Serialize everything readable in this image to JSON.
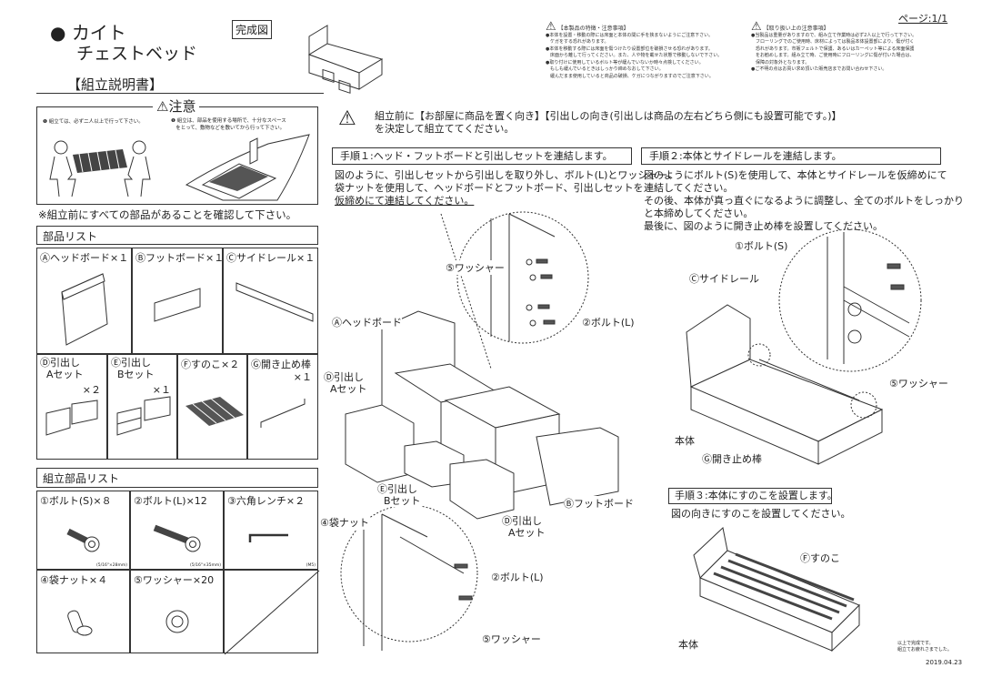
{
  "header": {
    "bullet": "●",
    "product_name_line1": "カイト",
    "product_name_line2": "チェストベッド",
    "completed_label": "完成図",
    "manual_title": "【組立説明書】",
    "page": "ページ:1/1"
  },
  "notice_features": {
    "title": "【本製品の特徴・注意事項】",
    "lines": [
      "●本体を設置・移動の際には床面と本体の間に手を挟まないようにご注意下さい。",
      "　ケガをする恐れがあります。",
      "●本体を移動する際には床面を傷つけたり设置部位を破損させる恐れがあります。",
      "　床面から離して行ってください。また、人や物を載せた状態で移動しないで下さい。",
      "●取り付けに使用しているボルト等が緩んでいないか時々点検してください。",
      "　もしも緩んでいるときはしっかり締めなおして下さい。",
      "　緩んだまま使用していると商品の破損、ケガにつながりますのでご注意下さい。"
    ]
  },
  "notice_handling": {
    "title": "【取り扱い上の注意事項】",
    "lines": [
      "●当製品は重量がありますので、組み立て作業時は必ず2人以上で行って下さい。",
      "　フローリングでのご使用時、床材によっては製品本体設置部により、傷が付く",
      "　恐れがあります。市販フェルトで保護、あるいはカーペット等による床面保護",
      "　をお勧めします。組み立て時、ご使用時にフローリングに傷が付いた場合は、",
      "　保障の対象外となります。",
      "●ご不明の点はお買い求め頂いた販売店までお問い合わせ下さい。"
    ]
  },
  "caution": {
    "title": "注意",
    "item1": "組立ては、必ず二人以上で行って下さい。",
    "item2_line1": "組立は、部品を使用する場所で、十分なスペース",
    "item2_line2": "をとって、敷物などを敷いてから行って下さい。",
    "check_all_parts": "※組立前にすべての部品があることを確認して下さい。"
  },
  "parts_list": {
    "title": "部品リスト",
    "items": [
      {
        "label": "Ⓐヘッドボード×１"
      },
      {
        "label": "Ⓑフットボード×１"
      },
      {
        "label": "Ⓒサイドレール×１"
      },
      {
        "label": "Ⓓ引出し",
        "label2": "Aセット",
        "qty": "×２"
      },
      {
        "label": "Ⓔ引出し",
        "label2": "Bセット",
        "qty": "×１"
      },
      {
        "label": "Ⓕすのこ×２"
      },
      {
        "label": "Ⓖ開き止め棒",
        "qty": "×１"
      }
    ]
  },
  "hardware_list": {
    "title": "組立部品リスト",
    "items": [
      {
        "label": "①ボルト(S)×８",
        "spec": "(5/16\"×28mm)"
      },
      {
        "label": "②ボルト(L)×12",
        "spec": "(5/16\"×35mm)"
      },
      {
        "label": "③六角レンチ×２",
        "spec": "(M5)"
      },
      {
        "label": "④袋ナット×４"
      },
      {
        "label": "⑤ワッシャー×20"
      }
    ]
  },
  "warning": {
    "line1": "組立前に【お部屋に商品を置く向き】【引出しの向き(引出しは商品の左右どちら側にも設置可能です。)】",
    "line2": "を決定して組立ててください。"
  },
  "step1": {
    "title": "手順１:ヘッド・フットボードと引出しセットを連結します。",
    "lines": [
      "図のように、引出しセットから引出しを取り外し、ボルト(L)とワッシャー、",
      "袋ナットを使用して、ヘッドボードとフットボード、引出しセットを",
      "仮締めにて連結してください。"
    ],
    "labels": {
      "washer": "⑤ワッシャー",
      "bolt_l": "②ボルト(L)",
      "headboard": "Ⓐヘッドボード",
      "drawer_a_1": "Ⓓ引出し",
      "drawer_a_2": "Aセット",
      "drawer_b_1": "Ⓔ引出し",
      "drawer_b_2": "Bセット",
      "footboard": "Ⓑフットボード",
      "drawer_a2_1": "Ⓓ引出し",
      "drawer_a2_2": "Aセット",
      "nut": "④袋ナット",
      "bolt_l2": "②ボルト(L)",
      "washer2": "⑤ワッシャー"
    }
  },
  "step2": {
    "title": "手順２:本体とサイドレールを連結します。",
    "lines": [
      "図のようにボルト(S)を使用して、本体とサイドレールを仮締めにて",
      "連結してください。",
      "その後、本体が真っ直ぐになるように調整し、全てのボルトをしっかり",
      "と本締めしてください。",
      "最後に、図のように開き止め棒を設置してください。"
    ],
    "labels": {
      "bolt_s": "①ボルト(S)",
      "side_rail": "Ⓒサイドレール",
      "washer": "⑤ワッシャー",
      "body": "本体",
      "stopper": "Ⓖ開き止め棒"
    }
  },
  "step3": {
    "title": "手順３:本体にすのこを設置します。",
    "text": "図の向きにすのこを設置してください。",
    "labels": {
      "slats": "Ⓕすのこ",
      "body": "本体"
    }
  },
  "footer": {
    "end_line1": "以上で完成です。",
    "end_line2": "組立てお疲れさまでした。",
    "date": "2019.04.23"
  }
}
